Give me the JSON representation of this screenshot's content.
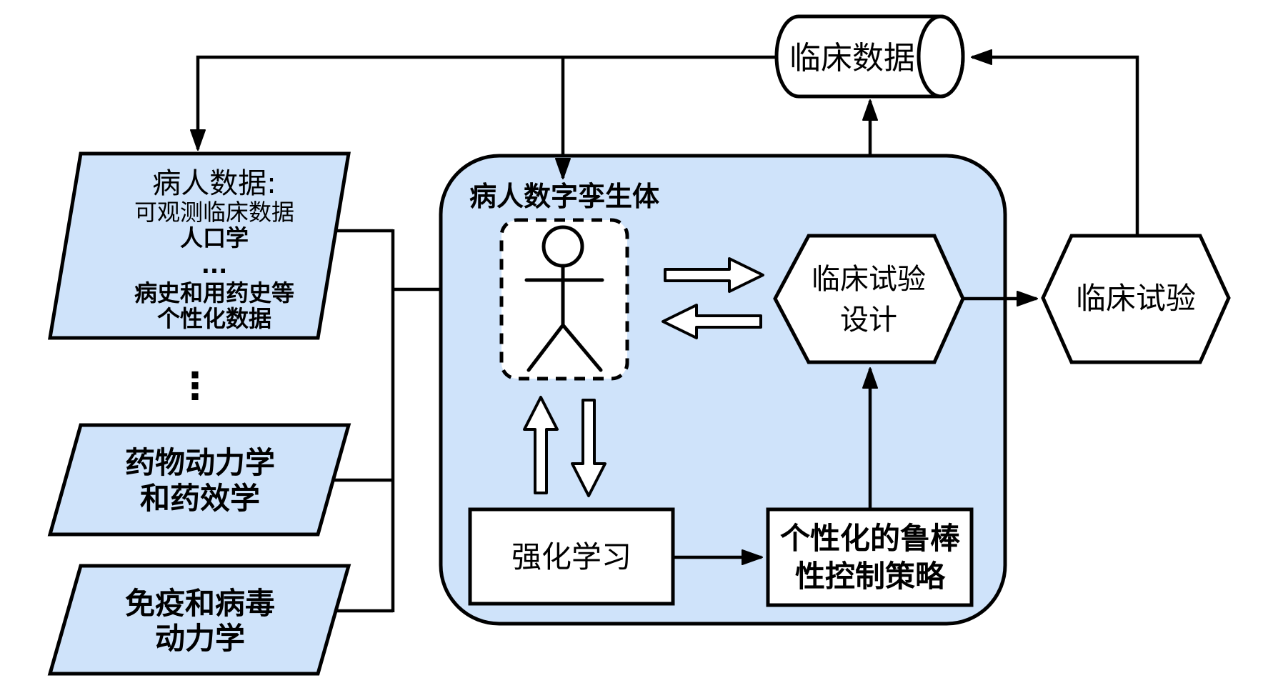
{
  "colors": {
    "node_fill_blue": "#cfe3fa",
    "node_fill_white": "#ffffff",
    "stroke": "#000000"
  },
  "nodes": {
    "clinical_data_store": {
      "label": "临床数据"
    },
    "patient_data": {
      "title": "病人数据:",
      "line_observable": "可观测临床数据",
      "line_demographics": "人口学",
      "line_dots": "...",
      "line_history": "病史和用药史等",
      "line_personalized": "个性化数据"
    },
    "vertical_ellipsis": "⋮",
    "pkpd": {
      "line1": "药物动力学",
      "line2": "和药效学"
    },
    "immune_viral": {
      "line1": "免疫和病毒",
      "line2": "动力学"
    },
    "digital_twin": {
      "label": "病人数字孪生体"
    },
    "reinforcement_learning": {
      "label": "强化学习"
    },
    "robust_policy": {
      "line1": "个性化的鲁棒",
      "line2": "性控制策略"
    },
    "trial_design": {
      "line1": "临床试验",
      "line2": "设计"
    },
    "clinical_trial": {
      "label": "临床试验"
    }
  }
}
